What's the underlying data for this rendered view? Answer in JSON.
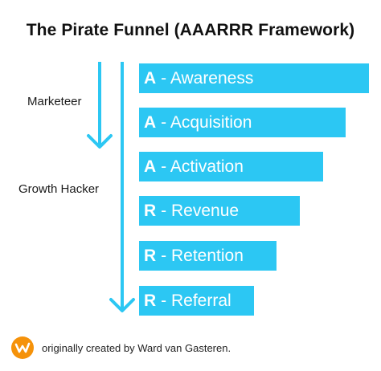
{
  "title": "The Pirate Funnel (AAARRR Framework)",
  "roles": [
    "Marketeer",
    "Growth Hacker"
  ],
  "stages": [
    {
      "letter": "A",
      "label": "- Awareness"
    },
    {
      "letter": "A",
      "label": "- Acquisition"
    },
    {
      "letter": "A",
      "label": "- Activation"
    },
    {
      "letter": "R",
      "label": "- Revenue"
    },
    {
      "letter": "R",
      "label": "- Retention"
    },
    {
      "letter": "R",
      "label": "- Referral"
    }
  ],
  "footer": {
    "credit": "originally created by Ward van Gasteren.",
    "logo_icon": "w-logo-icon"
  },
  "colors": {
    "accent": "#2cc7f3",
    "logo": "#f5920a",
    "text": "#111111"
  }
}
